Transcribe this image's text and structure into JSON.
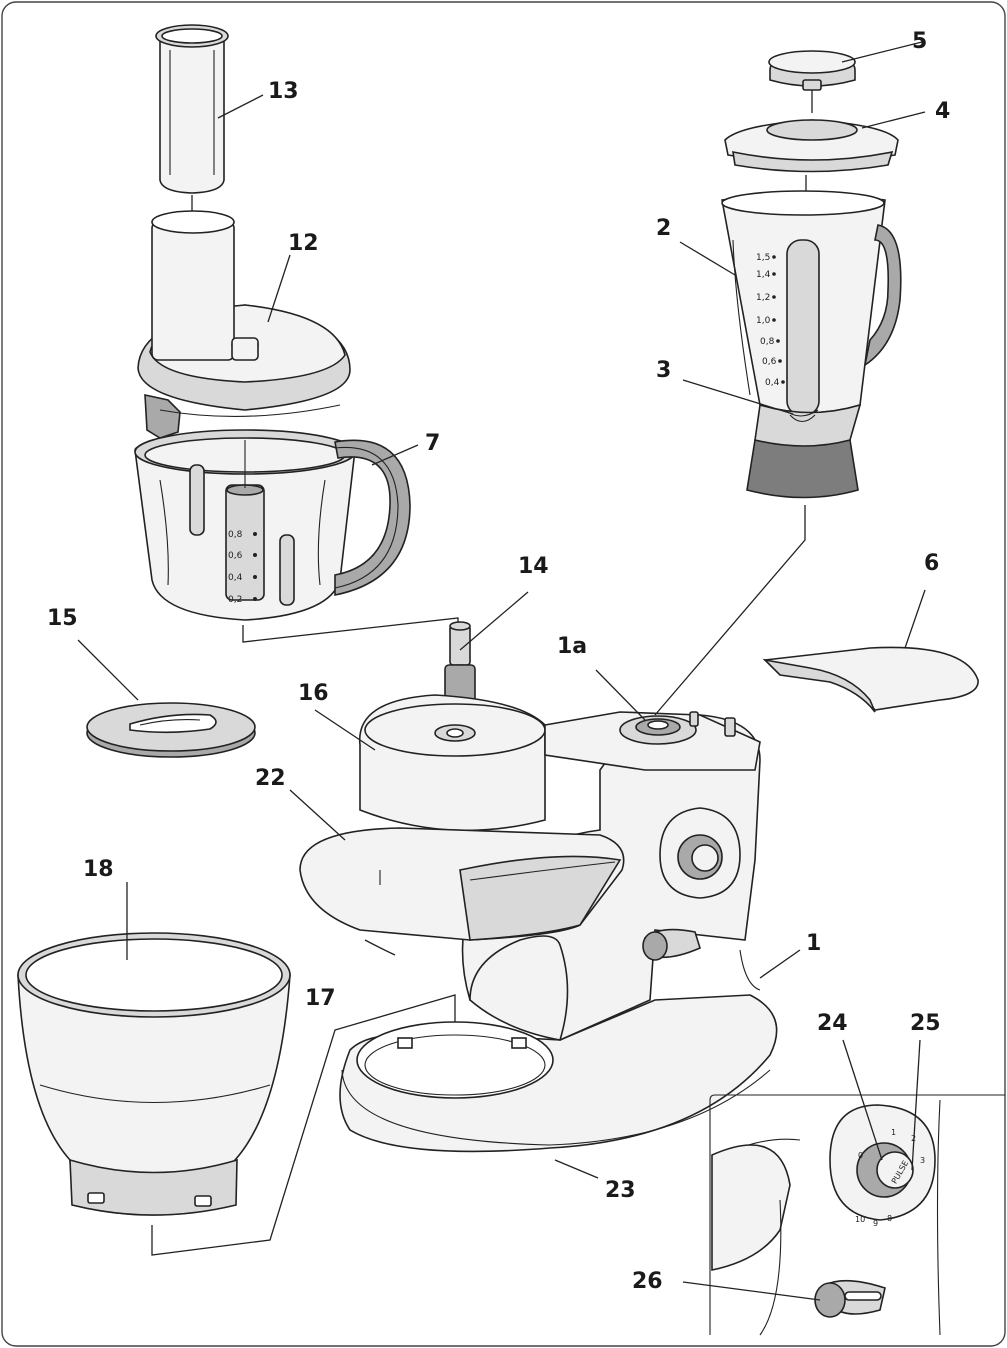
{
  "labels": {
    "c1": "1",
    "c1a": "1a",
    "c2": "2",
    "c3": "3",
    "c4": "4",
    "c5": "5",
    "c6": "6",
    "c7": "7",
    "c12": "12",
    "c13": "13",
    "c14": "14",
    "c15": "15",
    "c16": "16",
    "c17": "17",
    "c18": "18",
    "c22": "22",
    "c23": "23",
    "c24": "24",
    "c25": "25",
    "c26": "26"
  },
  "blender_scale": [
    "1,5",
    "1,4",
    "1,2",
    "1,0",
    "0,8",
    "0,6",
    "0,4"
  ],
  "bowl_scale": [
    "0,8",
    "0,6",
    "0,4",
    "0,2"
  ],
  "knob": {
    "pulse": "PULSE",
    "marks": {
      "zero": "0",
      "one": "1",
      "two": "2",
      "three": "3",
      "eight": "8",
      "nine": "9",
      "ten": "10"
    }
  }
}
